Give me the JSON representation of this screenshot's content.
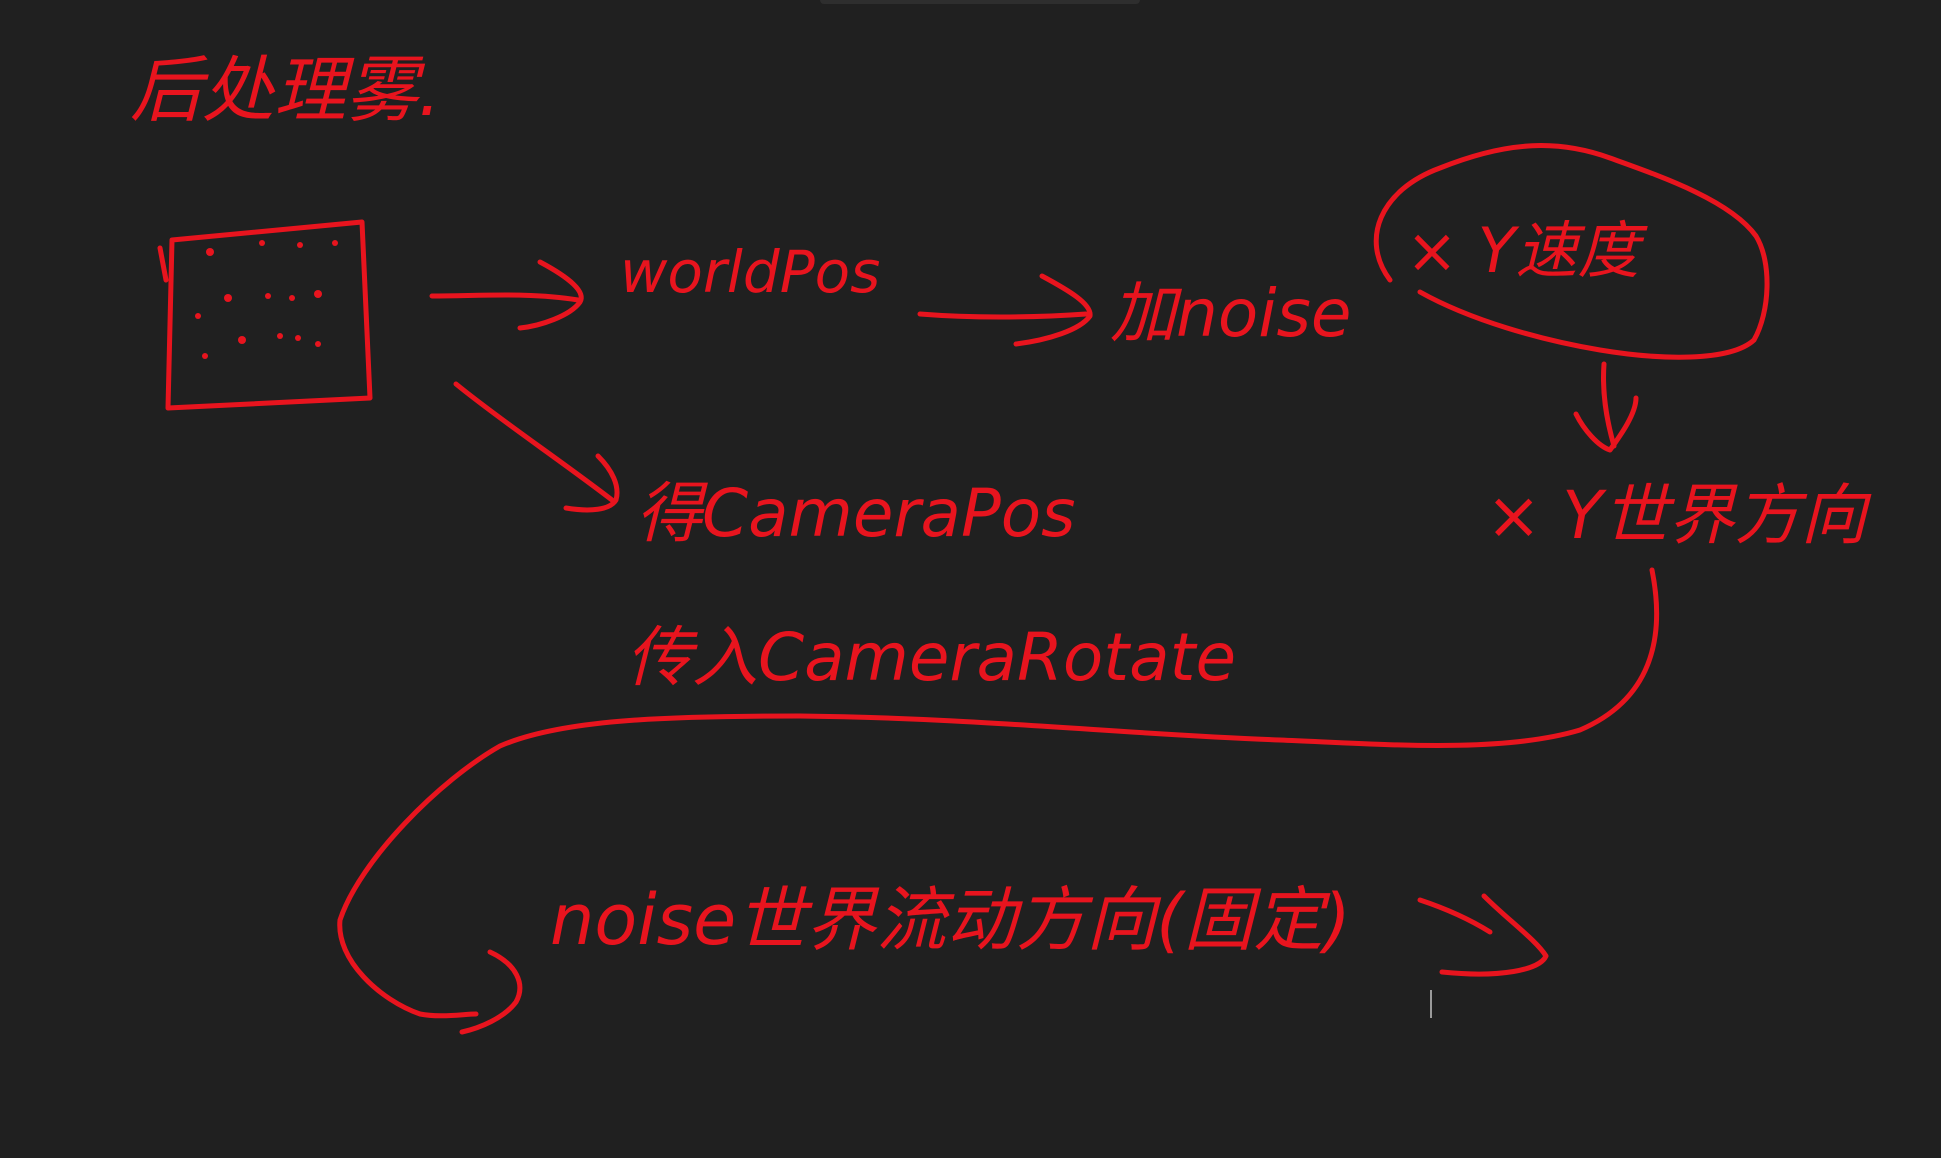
{
  "ink_color": "#e8141e",
  "background": "#202020",
  "labels": {
    "title": "后处理雾.",
    "world_pos": "worldPos",
    "add_noise": "加noise",
    "times_y_speed": "× Y速度",
    "times_y_world_dir": "× Y世界方向",
    "get_camera_pos": "得CameraPos",
    "pass_camera_rotate": "传入CameraRotate",
    "noise_world_flow_dir": "noise世界流动方向(固定)"
  }
}
